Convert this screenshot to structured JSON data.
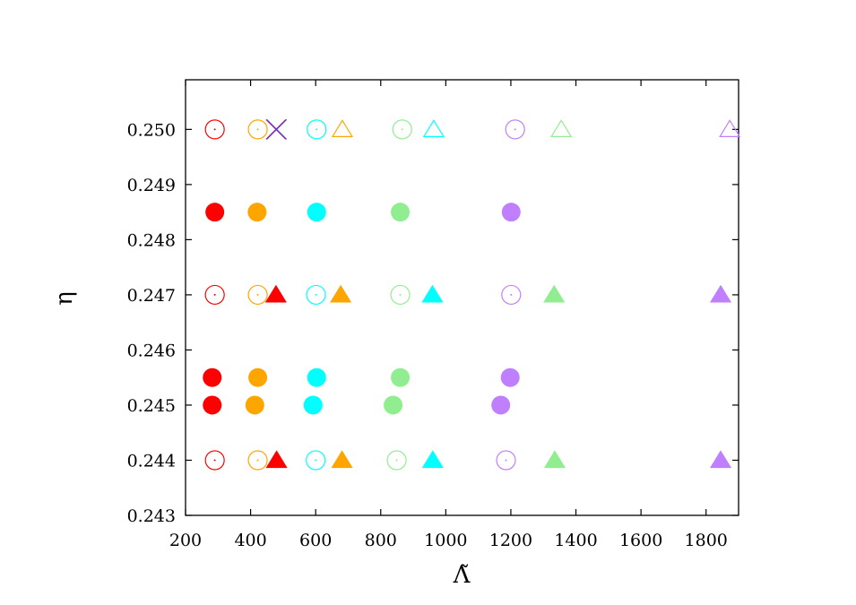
{
  "chart_data": {
    "type": "scatter",
    "xlabel": "Λ̃",
    "ylabel": "η",
    "xlim": [
      200,
      1900
    ],
    "ylim": [
      0.243,
      0.2509
    ],
    "x_ticks": [
      200,
      400,
      600,
      800,
      1000,
      1200,
      1400,
      1600,
      1800
    ],
    "x_tick_labels": [
      "200",
      "400",
      "600",
      "800",
      "1000",
      "1200",
      "1400",
      "1600",
      "1800"
    ],
    "y_ticks": [
      0.243,
      0.244,
      0.245,
      0.246,
      0.247,
      0.248,
      0.249,
      0.25
    ],
    "y_tick_labels": [
      "0.243",
      "0.244",
      "0.245",
      "0.246",
      "0.247",
      "0.248",
      "0.249",
      "0.250"
    ],
    "grid": false,
    "colors": {
      "red": "#ff0000",
      "orange": "#ffa500",
      "cyan": "#00ffff",
      "green": "#90ee90",
      "purple": "#bf7fff",
      "blue": "#4040ff"
    },
    "series": [
      {
        "marker": "circle-open",
        "color": "red",
        "x": [
          290,
          290,
          290
        ],
        "y": [
          0.25,
          0.247,
          0.244
        ]
      },
      {
        "marker": "circle-filled",
        "color": "red",
        "x": [
          290,
          282,
          282
        ],
        "y": [
          0.2485,
          0.2455,
          0.245
        ]
      },
      {
        "marker": "triangle-filled",
        "color": "red",
        "x": [
          478,
          480
        ],
        "y": [
          0.247,
          0.244
        ]
      },
      {
        "marker": "circle-open",
        "color": "orange",
        "x": [
          422,
          422,
          422
        ],
        "y": [
          0.25,
          0.247,
          0.244
        ]
      },
      {
        "marker": "circle-filled",
        "color": "orange",
        "x": [
          420,
          422,
          413
        ],
        "y": [
          0.2485,
          0.2455,
          0.245
        ]
      },
      {
        "marker": "triangle-open",
        "color": "orange",
        "x": [
          682
        ],
        "y": [
          0.25
        ]
      },
      {
        "marker": "triangle-filled",
        "color": "orange",
        "x": [
          677,
          681
        ],
        "y": [
          0.247,
          0.244
        ]
      },
      {
        "marker": "circle-open",
        "color": "cyan",
        "x": [
          603,
          601,
          600
        ],
        "y": [
          0.25,
          0.247,
          0.244
        ]
      },
      {
        "marker": "circle-filled",
        "color": "cyan",
        "x": [
          603,
          603,
          592
        ],
        "y": [
          0.2485,
          0.2455,
          0.245
        ]
      },
      {
        "marker": "triangle-open",
        "color": "cyan",
        "x": [
          963
        ],
        "y": [
          0.25
        ]
      },
      {
        "marker": "triangle-filled",
        "color": "cyan",
        "x": [
          959,
          960
        ],
        "y": [
          0.247,
          0.244
        ]
      },
      {
        "marker": "circle-open",
        "color": "green",
        "x": [
          866,
          860,
          849
        ],
        "y": [
          0.25,
          0.247,
          0.244
        ]
      },
      {
        "marker": "circle-filled",
        "color": "green",
        "x": [
          860,
          860,
          838
        ],
        "y": [
          0.2485,
          0.2455,
          0.245
        ]
      },
      {
        "marker": "triangle-open",
        "color": "green",
        "x": [
          1355
        ],
        "y": [
          0.25
        ]
      },
      {
        "marker": "triangle-filled",
        "color": "green",
        "x": [
          1333,
          1335
        ],
        "y": [
          0.247,
          0.244
        ]
      },
      {
        "marker": "circle-open",
        "color": "purple",
        "x": [
          1213,
          1201,
          1185
        ],
        "y": [
          0.25,
          0.247,
          0.244
        ]
      },
      {
        "marker": "circle-filled",
        "color": "purple",
        "x": [
          1201,
          1198,
          1169
        ],
        "y": [
          0.2485,
          0.2455,
          0.245
        ]
      },
      {
        "marker": "triangle-open",
        "color": "purple",
        "x": [
          1873
        ],
        "y": [
          0.25
        ]
      },
      {
        "marker": "triangle-filled",
        "color": "purple",
        "x": [
          1845,
          1845
        ],
        "y": [
          0.247,
          0.244
        ]
      },
      {
        "marker": "cross",
        "color": "red",
        "x": [
          478
        ],
        "y": [
          0.25
        ]
      },
      {
        "marker": "cross",
        "color": "blue",
        "x": [
          480
        ],
        "y": [
          0.25
        ]
      }
    ]
  }
}
